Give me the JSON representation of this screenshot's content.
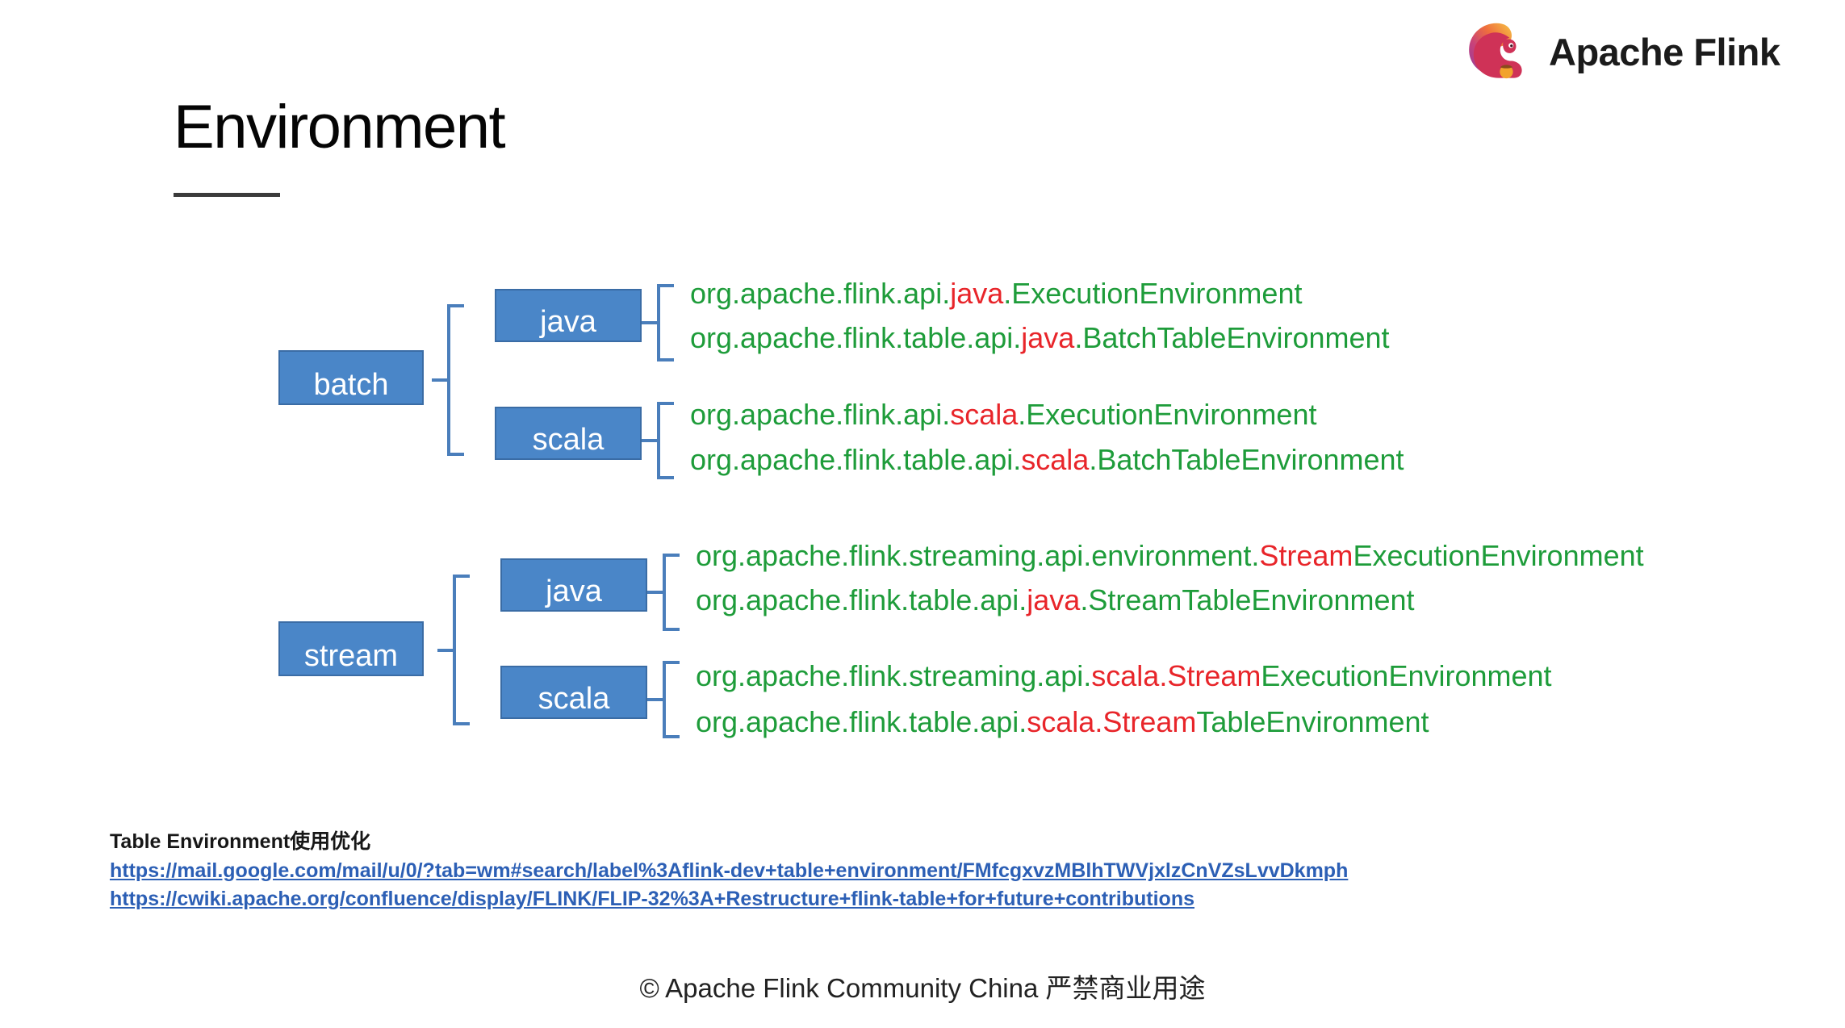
{
  "brand": {
    "name": "Apache Flink",
    "logo_icon": "flink-squirrel-icon"
  },
  "title": "Environment",
  "diagram": {
    "nodes": {
      "batch": "batch",
      "stream": "stream",
      "batch_java": "java",
      "batch_scala": "scala",
      "stream_java": "java",
      "stream_scala": "scala"
    },
    "code_lines": {
      "batch_java_1": {
        "pre": "org.apache.flink.api.",
        "hl": "java",
        "post": ".ExecutionEnvironment"
      },
      "batch_java_2": {
        "pre": "org.apache.flink.table.api.",
        "hl": "java",
        "post": ".BatchTableEnvironment"
      },
      "batch_scala_1": {
        "pre": "org.apache.flink.api.",
        "hl": "scala",
        "post": ".ExecutionEnvironment"
      },
      "batch_scala_2": {
        "pre": "org.apache.flink.table.api.",
        "hl": "scala",
        "post": ".BatchTableEnvironment"
      },
      "stream_java_1": {
        "pre": "org.apache.flink.streaming.api.environment.",
        "hl": "Stream",
        "post": "ExecutionEnvironment"
      },
      "stream_java_2": {
        "pre": "org.apache.flink.table.api.",
        "hl": "java",
        "post": ".StreamTableEnvironment"
      },
      "stream_scala_1": {
        "pre": "org.apache.flink.streaming.api.",
        "hl": "scala.Stream",
        "post": "ExecutionEnvironment"
      },
      "stream_scala_2": {
        "pre": "org.apache.flink.table.api.",
        "hl": "scala.Stream",
        "post": "TableEnvironment"
      }
    }
  },
  "notes": {
    "heading": "Table Environment使用优化",
    "link1": "https://mail.google.com/mail/u/0/?tab=wm#search/label%3Aflink-dev+table+environment/FMfcgxvzMBlhTWVjxlzCnVZsLvvDkmph",
    "link2": "https://cwiki.apache.org/confluence/display/FLINK/FLIP-32%3A+Restructure+flink-table+for+future+contributions"
  },
  "footer": "© Apache Flink Community China  严禁商业用途",
  "colors": {
    "box_fill": "#4a86c8",
    "box_border": "#3a6ca5",
    "bracket": "#4a7ebb",
    "code_green": "#1e9c3a",
    "code_red": "#e8252a",
    "link_blue": "#2c5fb5"
  }
}
